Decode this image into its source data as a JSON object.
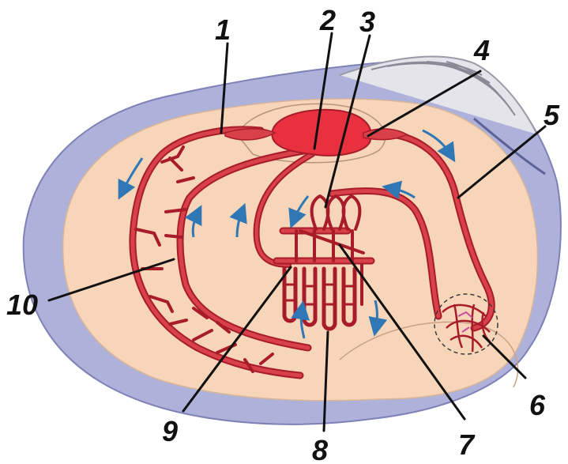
{
  "diagram": {
    "labels": [
      {
        "id": "1",
        "text": "1"
      },
      {
        "id": "2",
        "text": "2"
      },
      {
        "id": "3",
        "text": "3"
      },
      {
        "id": "4",
        "text": "4"
      },
      {
        "id": "5",
        "text": "5"
      },
      {
        "id": "6",
        "text": "6"
      },
      {
        "id": "7",
        "text": "7"
      },
      {
        "id": "8",
        "text": "8"
      },
      {
        "id": "9",
        "text": "9"
      },
      {
        "id": "10",
        "text": "10"
      }
    ],
    "colors": {
      "shell_outer": "#aeb1d9",
      "shell_rim": "#9da1cf",
      "mantle": "#f7d5b8",
      "vessel_fill": "#d8414a",
      "vessel_stroke": "#a81c2a",
      "heart": "#e8303f",
      "flow_arrow": "#2f78b5",
      "umbo": "#e4e4ea"
    },
    "icons": [
      "flow-arrow-icon",
      "heart-icon",
      "gill-icon",
      "kidney-icon"
    ]
  }
}
